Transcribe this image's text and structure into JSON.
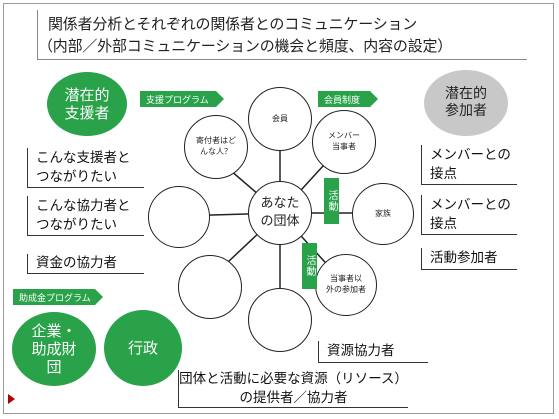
{
  "title": {
    "line1": "関係者分析とそれぞれの関係者とのコミュニケーション",
    "line2": "（内部／外部コミュニケーションの機会と頻度、内容の設定）"
  },
  "circles": {
    "latent_supporters": "潜在的\n支援者",
    "latent_participants": "潜在的\n参加者",
    "corporate_foundation": "企業・\n助成財\n団",
    "government": "行政"
  },
  "hub": {
    "center": "あなた\nの団体",
    "members": "会員",
    "donors": "寄付者はど\nんな人？",
    "member_parties": "メンバー\n当事者",
    "family": "家族",
    "non_party_participants": "当事者以\n外の参加者",
    "empty_left": "",
    "empty_bottom_left": "",
    "empty_bottom": ""
  },
  "banners": {
    "support_program": "支援プログラム",
    "membership": "会員制度",
    "grant_program": "助成金プログラム"
  },
  "tabs": {
    "activity_upper": "活動",
    "activity_lower": "活動"
  },
  "boxes": {
    "supporter_wish": "こんな支援者と\nつながりたい",
    "collaborator_wish": "こんな協力者と\nつながりたい",
    "funding": "資金の協力者",
    "member_contact_1": "メンバーとの\n接点",
    "member_contact_2": "メンバーとの\n接点",
    "activity_participants": "活動参加者",
    "resource_collaborators": "資源協力者",
    "resource_providers": "団体と活動に必要な資源（リソース）\nの提供者／協力者"
  },
  "colors": {
    "green": "#29a24a",
    "gray": "#c8c8c8",
    "accent_arrow": "#b00000"
  }
}
